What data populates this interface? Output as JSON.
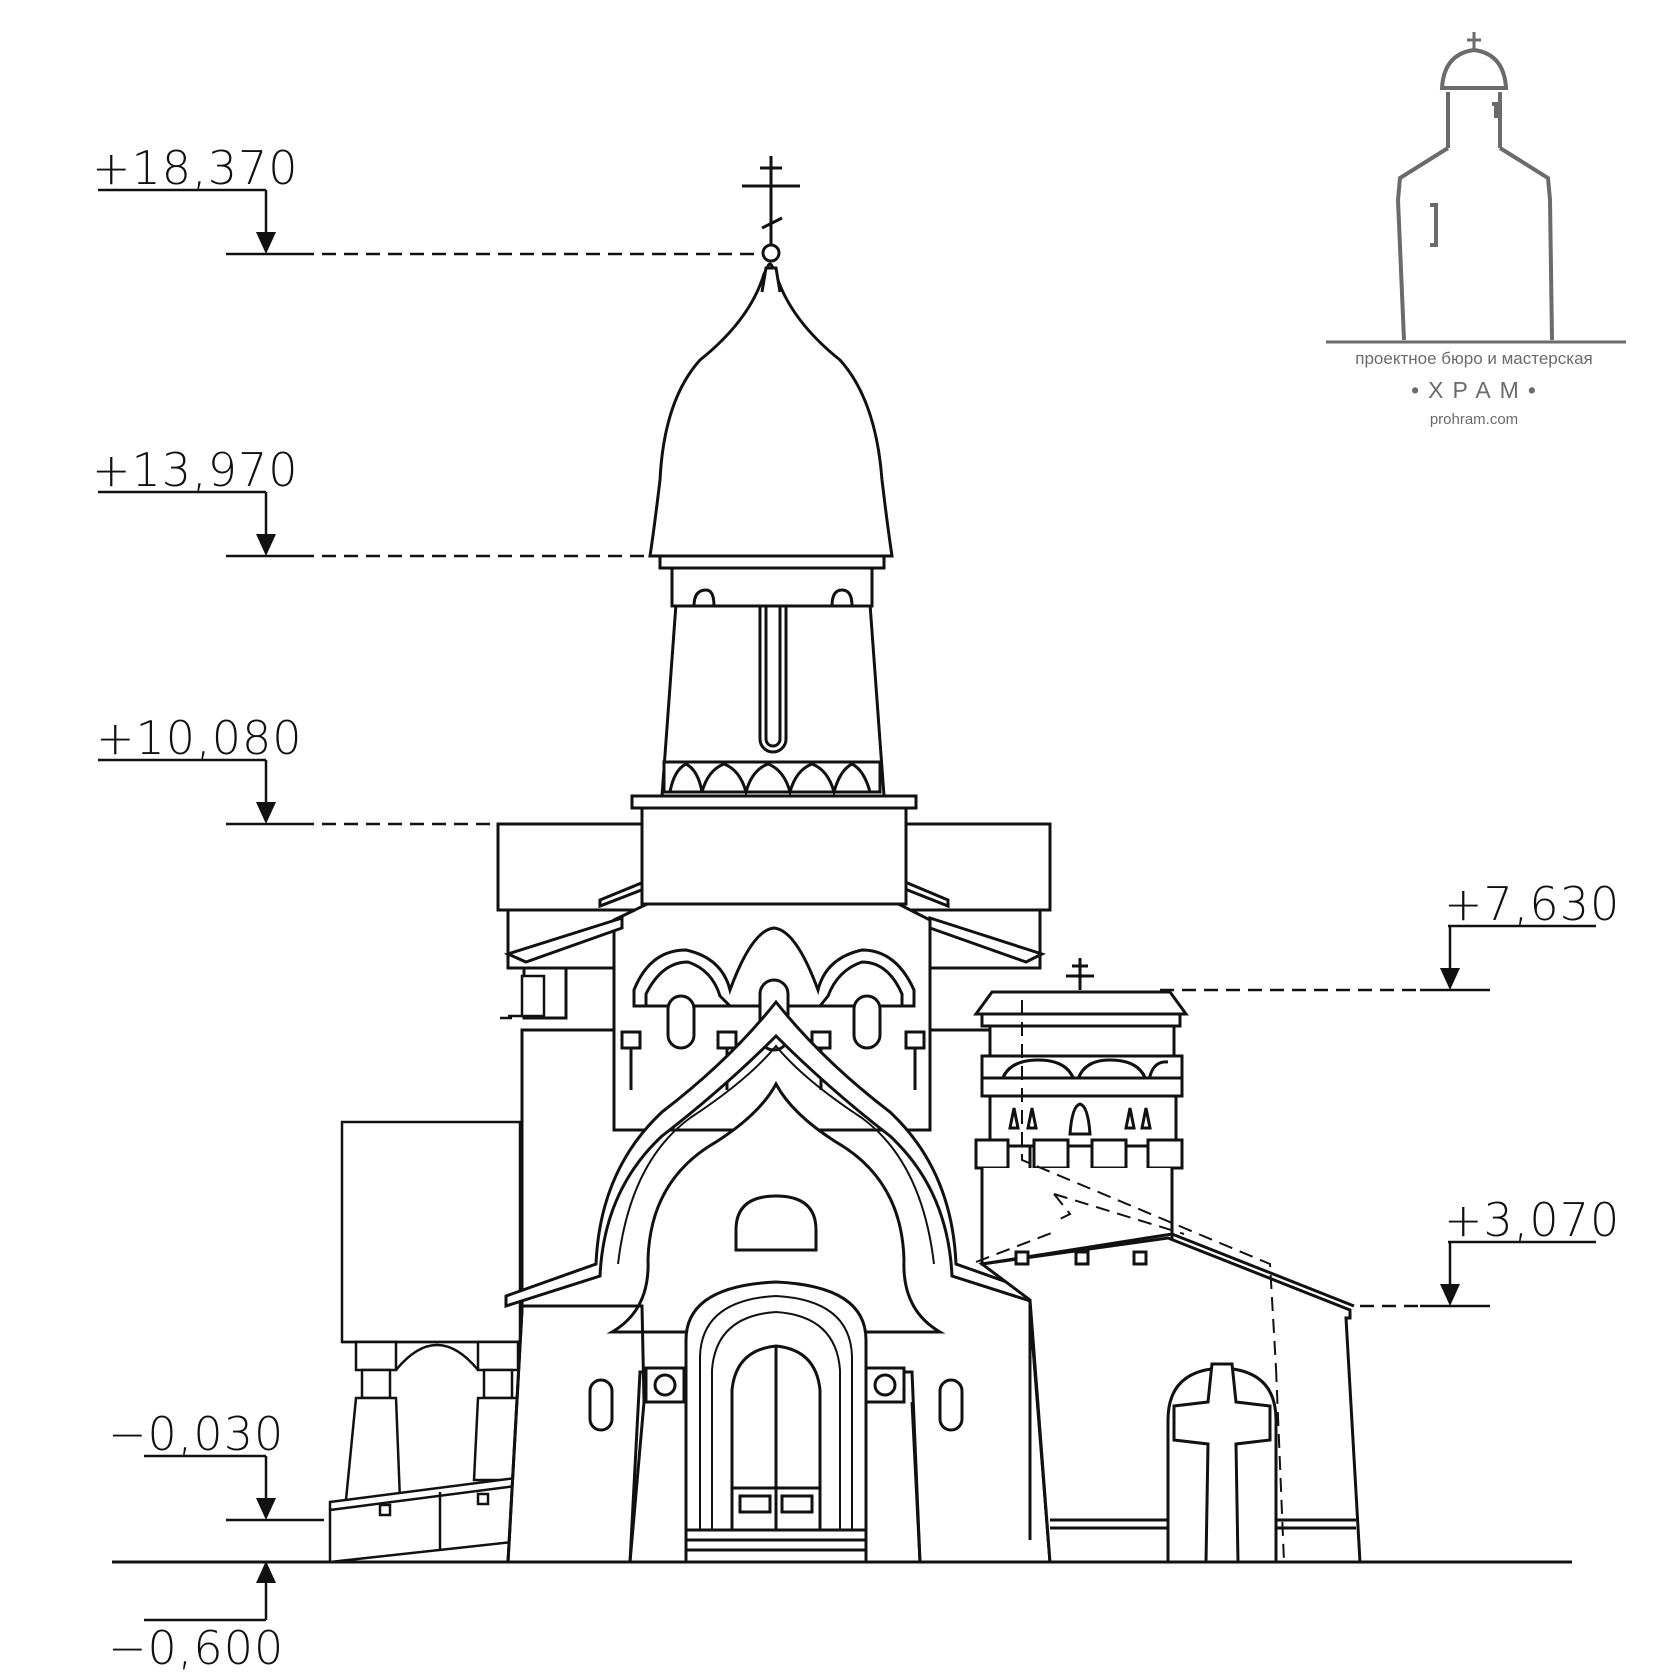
{
  "logo": {
    "subtitle": "проектное бюро и мастерская",
    "name": "•ХРАМ•",
    "url": "prohram.com",
    "color": "#6b6b6b"
  },
  "elevation_marks": [
    {
      "label": "+18,370",
      "side": "left"
    },
    {
      "label": "+13,970",
      "side": "left"
    },
    {
      "label": "+10,080",
      "side": "left"
    },
    {
      "label": "+7,630",
      "side": "right"
    },
    {
      "label": "+3,070",
      "side": "right"
    },
    {
      "label": "−0,030",
      "side": "left"
    },
    {
      "label": "−0,600",
      "side": "left"
    }
  ],
  "drawing": {
    "subject": "church-facade-elevation",
    "line_color": "#111111"
  }
}
